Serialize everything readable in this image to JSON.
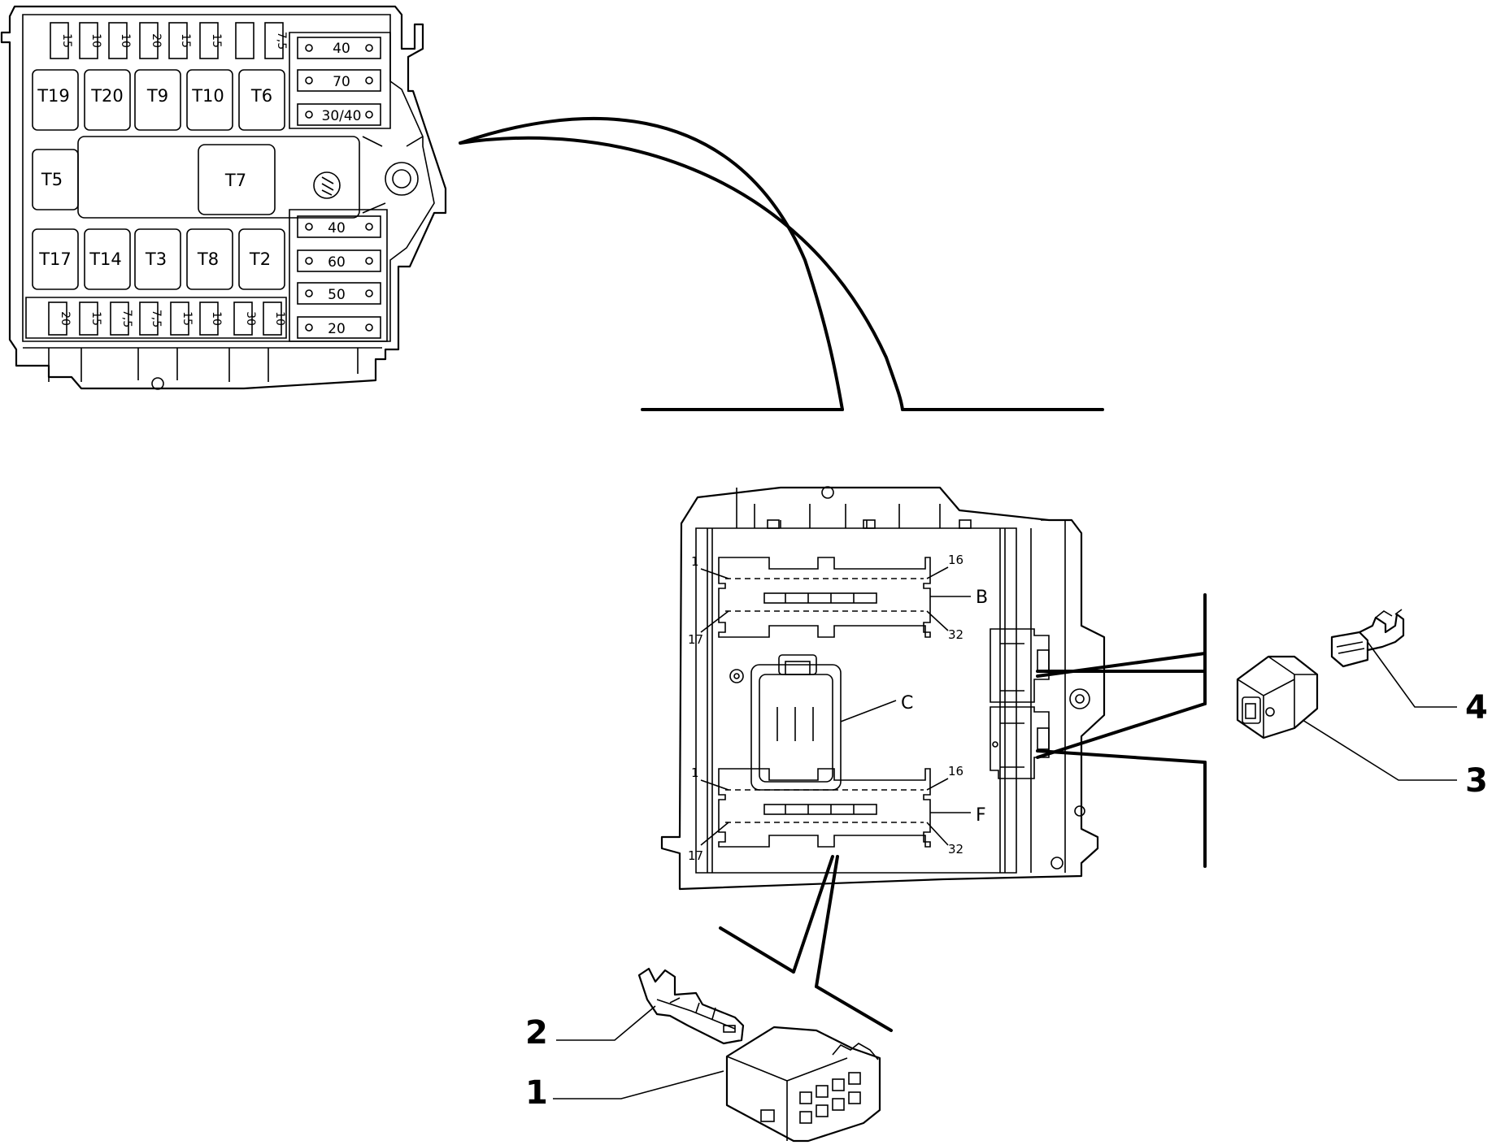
{
  "fuse_box": {
    "top_mini_fuses": [
      "15",
      "10",
      "10",
      "20",
      "15",
      "15",
      "",
      "7,5"
    ],
    "top_maxi_fuses": [
      "40",
      "70",
      "30/40"
    ],
    "relays_row1": [
      "T19",
      "T20",
      "T9",
      "T10",
      "T6"
    ],
    "relay_left": "T5",
    "relay_center": "T7",
    "relays_row2": [
      "T17",
      "T14",
      "T3",
      "T8",
      "T2"
    ],
    "right_maxi_fuses": [
      "40",
      "60",
      "50",
      "20"
    ],
    "bottom_mini_fuses": [
      "20",
      "15",
      "7,5",
      "7,5",
      "15",
      "10",
      "30",
      "10"
    ]
  },
  "control_unit": {
    "connector_b": {
      "label": "B",
      "pin_top_left": "1",
      "pin_top_right": "16",
      "pin_bottom_left": "17",
      "pin_bottom_right": "32"
    },
    "connector_c": {
      "label": "C"
    },
    "connector_f": {
      "label": "F",
      "pin_top_left": "1",
      "pin_top_right": "16",
      "pin_bottom_left": "17",
      "pin_bottom_right": "32"
    }
  },
  "callouts": [
    "1",
    "2",
    "3",
    "4"
  ]
}
